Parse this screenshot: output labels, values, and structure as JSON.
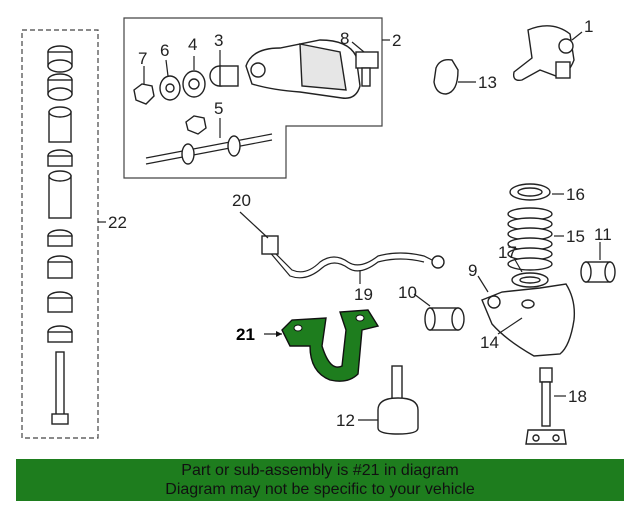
{
  "highlight_color": "#1e7d1e",
  "highlighted_part": "21",
  "callouts": [
    "1",
    "2",
    "3",
    "4",
    "5",
    "6",
    "7",
    "8",
    "9",
    "10",
    "11",
    "12",
    "13",
    "14",
    "15",
    "16",
    "17",
    "18",
    "19",
    "20",
    "21",
    "22"
  ],
  "banner": {
    "line1": "Part or sub-assembly is #21 in diagram",
    "line2": "Diagram may not be specific to your vehicle"
  }
}
